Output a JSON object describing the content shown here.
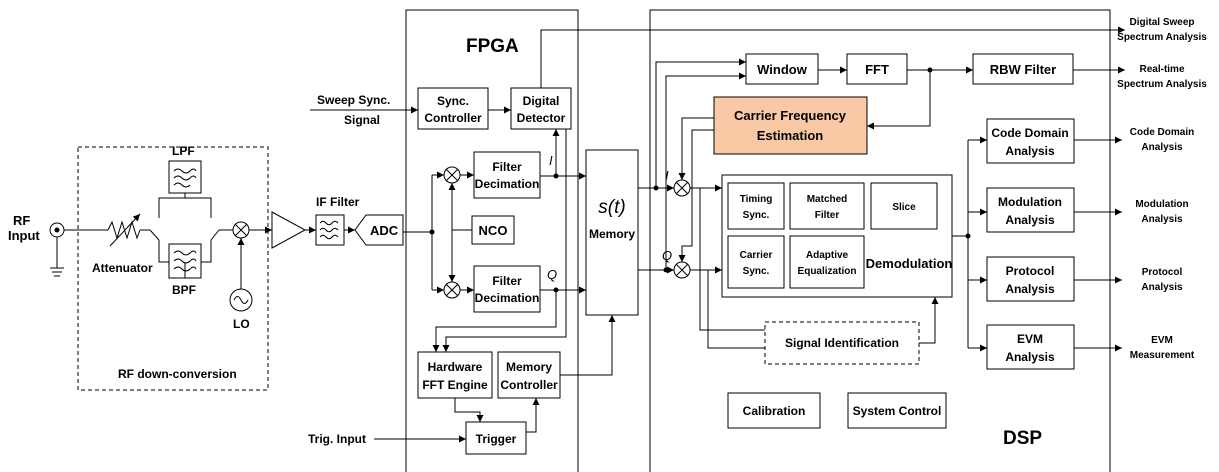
{
  "colors": {
    "stroke": "#000000",
    "highlight_fill": "#f8c9a4",
    "background": "#ffffff"
  },
  "sections": {
    "fpga": "FPGA",
    "dsp": "DSP",
    "rf_downconversion": "RF down-conversion"
  },
  "rf": {
    "input_line1": "RF",
    "input_line2": "Input",
    "attenuator": "Attenuator",
    "lpf": "LPF",
    "bpf": "BPF",
    "lo": "LO",
    "if_filter": "IF Filter",
    "adc": "ADC"
  },
  "signals": {
    "sweep_sync_line1": "Sweep Sync.",
    "sweep_sync_line2": "Signal",
    "trig_input": "Trig. Input",
    "i": "I",
    "q": "Q"
  },
  "fpga_blocks": {
    "sync_controller": [
      "Sync.",
      "Controller"
    ],
    "digital_detector": [
      "Digital",
      "Detector"
    ],
    "filter_decimation": [
      "Filter",
      "Decimation"
    ],
    "nco": "NCO",
    "hardware_fft": [
      "Hardware",
      "FFT Engine"
    ],
    "memory_controller": [
      "Memory",
      "Controller"
    ],
    "trigger": "Trigger"
  },
  "memory": {
    "symbol": "s(t)",
    "label": "Memory"
  },
  "dsp_blocks": {
    "window": "Window",
    "fft": "FFT",
    "rbw_filter": "RBW Filter",
    "carrier_freq_est": [
      "Carrier Frequency",
      "Estimation"
    ],
    "timing_sync": [
      "Timing",
      "Sync."
    ],
    "matched_filter": [
      "Matched",
      "Filter"
    ],
    "slice": "Slice",
    "carrier_sync": [
      "Carrier",
      "Sync."
    ],
    "adaptive_eq": [
      "Adaptive",
      "Equalization"
    ],
    "demodulation": "Demodulation",
    "signal_identification": "Signal Identification",
    "calibration": "Calibration",
    "system_control": "System Control",
    "code_domain": [
      "Code Domain",
      "Analysis"
    ],
    "modulation": [
      "Modulation",
      "Analysis"
    ],
    "protocol": [
      "Protocol",
      "Analysis"
    ],
    "evm": [
      "EVM",
      "Analysis"
    ]
  },
  "outputs": {
    "digital_sweep": [
      "Digital Sweep",
      "Spectrum Analysis"
    ],
    "realtime": [
      "Real-time",
      "Spectrum Analysis"
    ],
    "code_domain": [
      "Code Domain",
      "Analysis"
    ],
    "modulation": [
      "Modulation",
      "Analysis"
    ],
    "protocol": [
      "Protocol",
      "Analysis"
    ],
    "evm": [
      "EVM",
      "Measurement"
    ]
  }
}
